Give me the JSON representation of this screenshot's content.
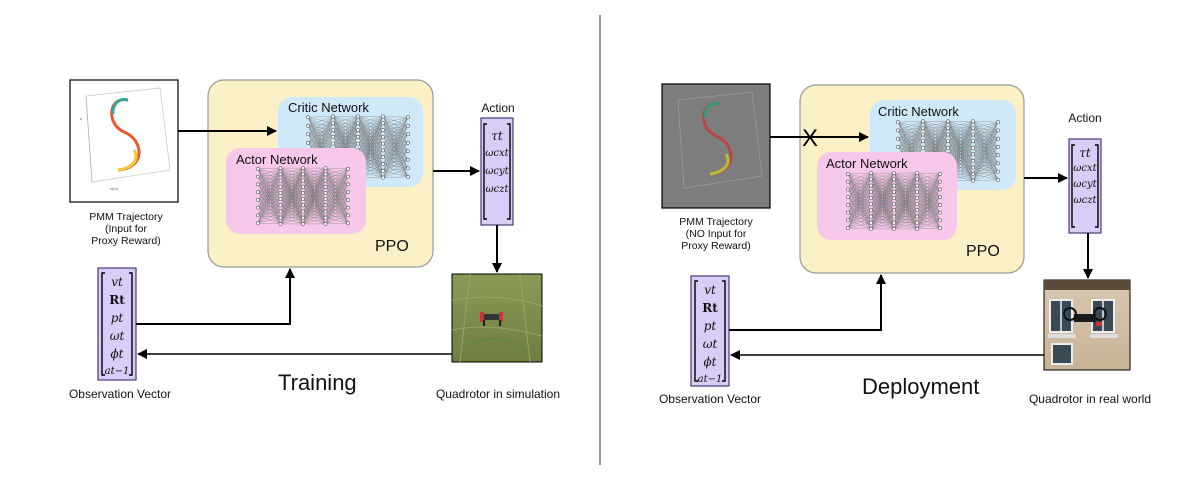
{
  "colors": {
    "ppo_fill": "#fbf0c6",
    "critic_fill": "#cfe9f8",
    "actor_fill": "#f8c8ea",
    "vector_fill": "#d9ccf6",
    "vector_border": "#4a3a7a",
    "divider": "#777777"
  },
  "training": {
    "section_label": "Training",
    "trajectory_caption": [
      "PMM Trajectory",
      "(Input for",
      "Proxy Reward)"
    ],
    "critic_label": "Critic Network",
    "actor_label": "Actor Network",
    "ppo_label": "PPO",
    "action_title": "Action",
    "action_entries": [
      "τt",
      "ωcxt",
      "ωcyt",
      "ωczt"
    ],
    "observation_entries": [
      "vt",
      "Rt",
      "pt",
      "ωt",
      "ϕt",
      "at−1"
    ],
    "observation_caption": "Observation Vector",
    "quadrotor_caption": "Quadrotor in simulation"
  },
  "deployment": {
    "section_label": "Deployment",
    "trajectory_caption": [
      "PMM Trajectory",
      "(NO Input for",
      "Proxy Reward)"
    ],
    "critic_label": "Critic Network",
    "actor_label": "Actor Network",
    "ppo_label": "PPO",
    "action_title": "Action",
    "action_entries": [
      "τt",
      "ωcxt",
      "ωcyt",
      "ωczt"
    ],
    "observation_entries": [
      "vt",
      "Rt",
      "pt",
      "ωt",
      "ϕt",
      "at−1"
    ],
    "observation_caption": "Observation Vector",
    "quadrotor_caption": "Quadrotor in real world",
    "blocked_marker": "X"
  }
}
